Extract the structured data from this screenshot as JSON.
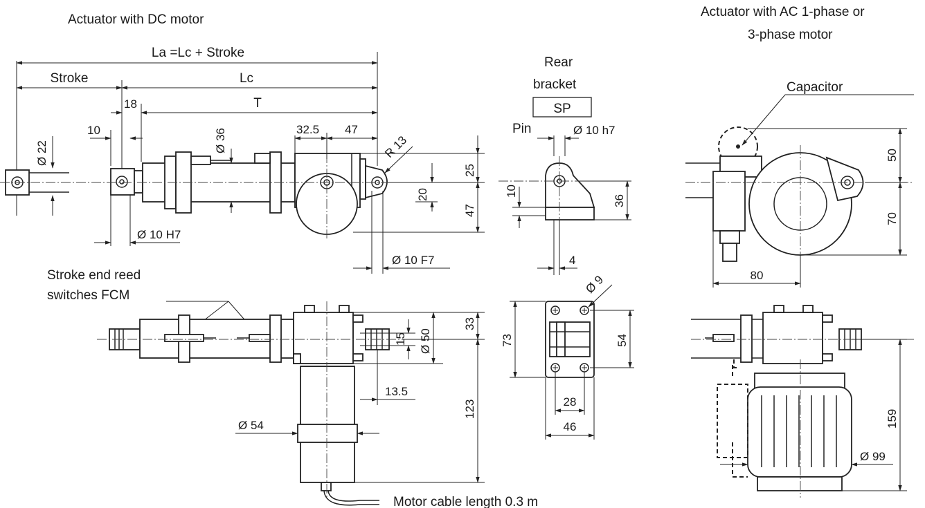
{
  "titles": {
    "dc": "Actuator with DC motor",
    "ac_line1": "Actuator with AC 1-phase or",
    "ac_line2": "3-phase motor",
    "rear_line1": "Rear",
    "rear_line2": "bracket",
    "rear_code": "SP"
  },
  "labels": {
    "capacitor": "Capacitor",
    "reed_line1": "Stroke end reed",
    "reed_line2": "switches FCM",
    "motor_cable": "Motor cable length 0.3 m",
    "pin": "Pin"
  },
  "dims": {
    "la": "La =Lc + Stroke",
    "stroke": "Stroke",
    "lc": "Lc",
    "t": "T",
    "d18": "18",
    "d10": "10",
    "d36": "Ø 36",
    "d32_5": "32.5",
    "d47": "47",
    "r13": "R 13",
    "d22": "Ø 22",
    "d25": "25",
    "d20": "20",
    "d47v": "47",
    "h7": "Ø 10 H7",
    "f7": "Ø 10 F7",
    "pin_h7": "Ø 10 h7",
    "sp10": "10",
    "sp36": "36",
    "sp4": "4",
    "sp9": "Ø 9",
    "sp73": "73",
    "sp54": "54",
    "sp28": "28",
    "sp46": "46",
    "d33": "33",
    "d15": "15",
    "d50": "Ø 50",
    "d123": "123",
    "d13_5": "13.5",
    "d54": "Ø 54",
    "ac50": "50",
    "ac70": "70",
    "ac80": "80",
    "ac159": "159",
    "ac99": "Ø 99"
  }
}
